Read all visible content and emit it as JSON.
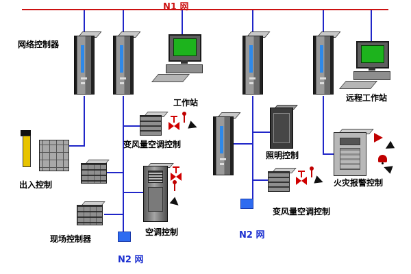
{
  "diagram": {
    "n1_label": "N1 网",
    "n2_left_label": "N2 网",
    "n2_right_label": "N2 网",
    "labels": {
      "network_controller": "网络控制器",
      "workstation": "工作站",
      "remote_workstation": "远程工作站",
      "access_control": "出入控制",
      "vav_control_left": "变风量空调控制",
      "ac_control": "空调控制",
      "field_controller": "现场控制器",
      "lighting_control": "照明控制",
      "vav_control_right": "变风量空调控制",
      "fire_alarm_control": "火灾报警控制"
    },
    "colors": {
      "n1_line": "#cc1111",
      "connector_line": "#2026c8",
      "n2_node": "#2e6bf0",
      "screen_green": "#1db31d",
      "valve_red": "#d00000",
      "access_yellow": "#e8c400"
    },
    "icons": {
      "server-tower-icon": "css-shape",
      "workstation-icon": "css-shape",
      "access-reader-icon": "css-shape",
      "keypad-icon": "css-shape",
      "controller-rack-icon": "css-shape",
      "cabinet-icon": "css-shape",
      "valve-actuator-icon": "css-shape",
      "sensor-icon": "css-shape",
      "flow-arrow-icon": "css-shape",
      "alarm-horn-icon": "css-shape",
      "alarm-bell-icon": "css-shape",
      "network-node-icon": "css-shape"
    }
  }
}
